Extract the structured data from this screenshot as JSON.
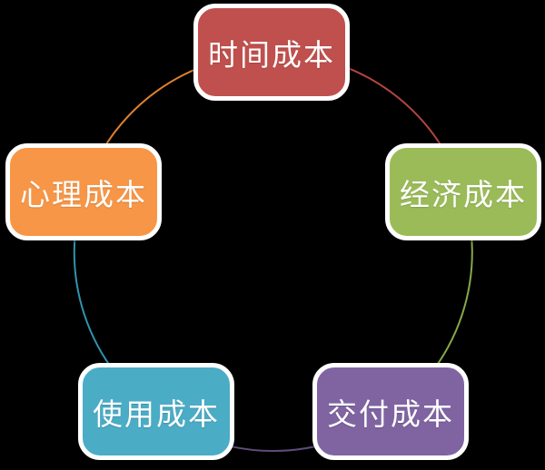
{
  "diagram": {
    "type": "cycle",
    "background_color": "#000000",
    "node_border_color": "#ffffff",
    "text_color": "#ffffff",
    "nodes": [
      {
        "id": "time-cost",
        "label": "时间成本",
        "color": "#c0504d",
        "arc_color": "#b2443f"
      },
      {
        "id": "economic-cost",
        "label": "经济成本",
        "color": "#9bbb59",
        "arc_color": "#86a84a"
      },
      {
        "id": "delivery-cost",
        "label": "交付成本",
        "color": "#8064a2",
        "arc_color": "#5f4b7a"
      },
      {
        "id": "usage-cost",
        "label": "使用成本",
        "color": "#4bacc6",
        "arc_color": "#3093ad"
      },
      {
        "id": "psychological-cost",
        "label": "心理成本",
        "color": "#f79646",
        "arc_color": "#e0812e"
      }
    ]
  }
}
